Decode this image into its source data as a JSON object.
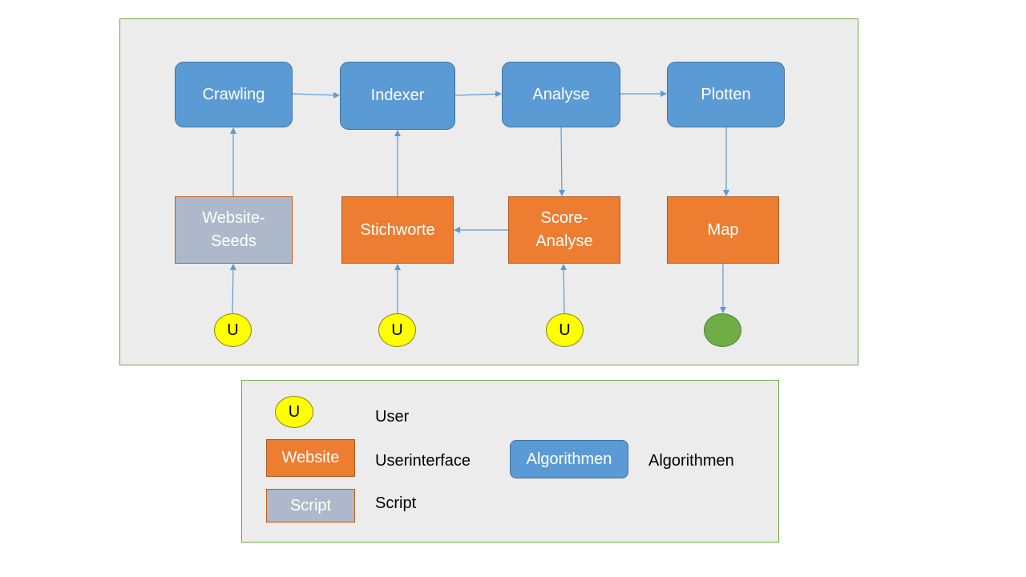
{
  "diagram": {
    "nodes": {
      "crawling": "Crawling",
      "indexer": "Indexer",
      "analyse": "Analyse",
      "plotten": "Plotten",
      "website_seeds": "Website-\nSeeds",
      "stichworte": "Stichworte",
      "score_analyse": "Score-\nAnalyse",
      "map": "Map"
    },
    "user_marker": "U",
    "colors": {
      "algorithm_fill": "#5b9bd5",
      "website_fill": "#ed7d31",
      "script_fill": "#adb9ca",
      "user_fill": "#ffff00",
      "output_fill": "#70ad47",
      "arrow": "#5b9bd5",
      "panel_border": "#70ad47",
      "panel_fill": "#ececec"
    }
  },
  "legend": {
    "user_symbol": "U",
    "user_label": "User",
    "website_symbol": "Website",
    "website_label": "Userinterface",
    "algorithm_symbol": "Algorithmen",
    "algorithm_label": "Algorithmen",
    "script_symbol": "Script",
    "script_label": "Script"
  }
}
